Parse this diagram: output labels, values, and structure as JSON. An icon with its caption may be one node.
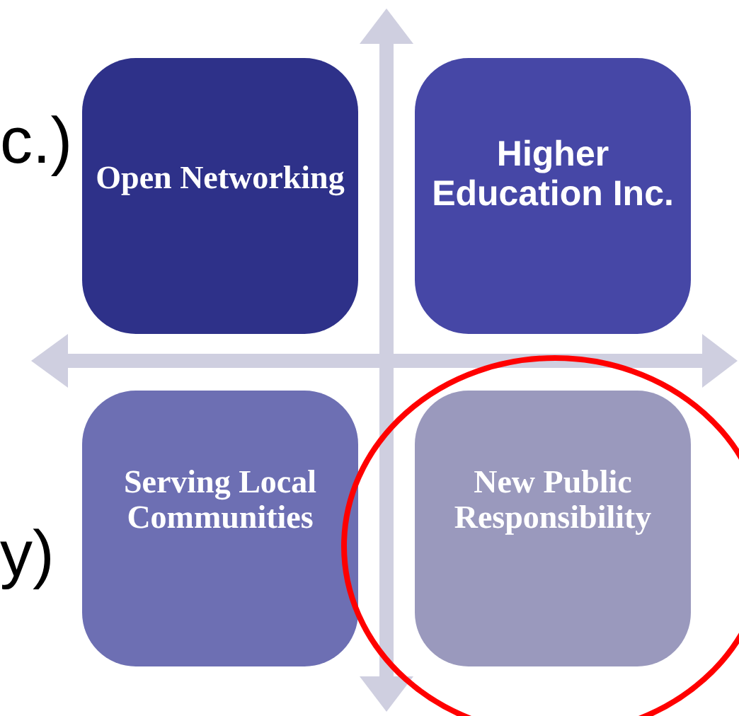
{
  "diagram": {
    "nodes": [
      {
        "text": [
          "Open Networking"
        ]
      },
      {
        "text": [
          "Higher Education Inc."
        ]
      },
      {
        "text": [
          "Serving Local Communities"
        ]
      },
      {
        "text": [
          "New Public Responsibility"
        ]
      }
    ],
    "labels": [
      "c.)",
      "y)"
    ]
  }
}
